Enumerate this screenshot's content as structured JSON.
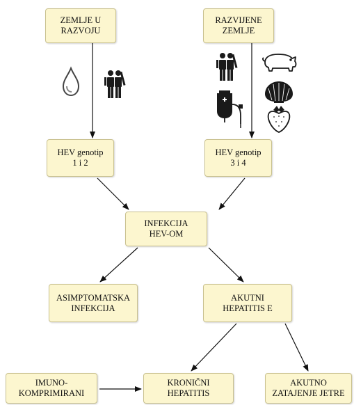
{
  "nodes": {
    "developing": {
      "line1": "ZEMLJE U",
      "line2": "RAZVOJU"
    },
    "developed": {
      "line1": "RAZVIJENE",
      "line2": "ZEMLJE"
    },
    "genotype12": {
      "line1": "HEV genotip",
      "line2": "1 i 2"
    },
    "genotype34": {
      "line1": "HEV genotip",
      "line2": "3 i 4"
    },
    "infection": {
      "line1": "INFEKCIJA",
      "line2": "HEV-OM"
    },
    "asymptomatic": {
      "line1": "ASIMPTOMATSKA",
      "line2": "INFEKCIJA"
    },
    "acute": {
      "line1": "AKUTNI",
      "line2": "HEPATITIS E"
    },
    "immuno": {
      "line1": "IMUNO-",
      "line2": "KOMPRIMIRANI"
    },
    "chronic": {
      "line1": "KRONIČNI",
      "line2": "HEPATITIS"
    },
    "failure": {
      "line1": "AKUTNO",
      "line2": "ZATAJENJE JETRE"
    }
  },
  "icons": {
    "left": [
      "water-drop-icon",
      "people-icon"
    ],
    "right_col1": [
      "people-icon",
      "blood-transfusion-icon"
    ],
    "right_col2": [
      "pig-icon",
      "shellfish-icon",
      "strawberry-icon"
    ]
  },
  "colors": {
    "box_fill": "#fcf6cf",
    "box_border": "#c9c18f",
    "arrow": "#111111",
    "icon": "#1a1a1a"
  }
}
